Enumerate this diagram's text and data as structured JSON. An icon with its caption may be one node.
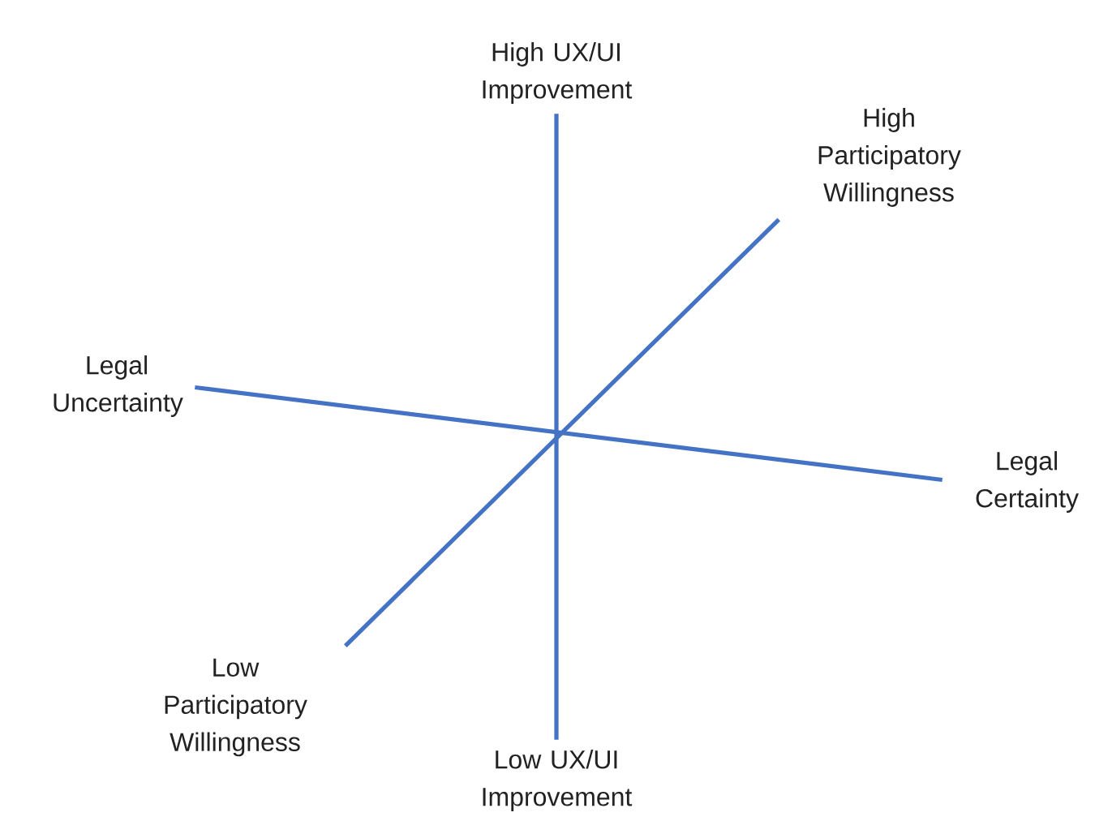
{
  "diagram": {
    "nodes": [
      {
        "text": [
          "High UX/UI Improvement"
        ]
      },
      {
        "text": [
          "Low UX/UI Improvement"
        ]
      },
      {
        "text": [
          "Legal Uncertainty"
        ]
      },
      {
        "text": [
          "Legal Certainty"
        ]
      },
      {
        "text": [
          "High Participatory Willingness"
        ]
      },
      {
        "text": [
          "Low Participatory Willingness"
        ]
      }
    ],
    "edges": [
      {
        "from": 0,
        "to": 1,
        "arrow": "none"
      },
      {
        "from": 2,
        "to": 3,
        "arrow": "none"
      },
      {
        "from": 4,
        "to": 5,
        "arrow": "none"
      }
    ]
  }
}
